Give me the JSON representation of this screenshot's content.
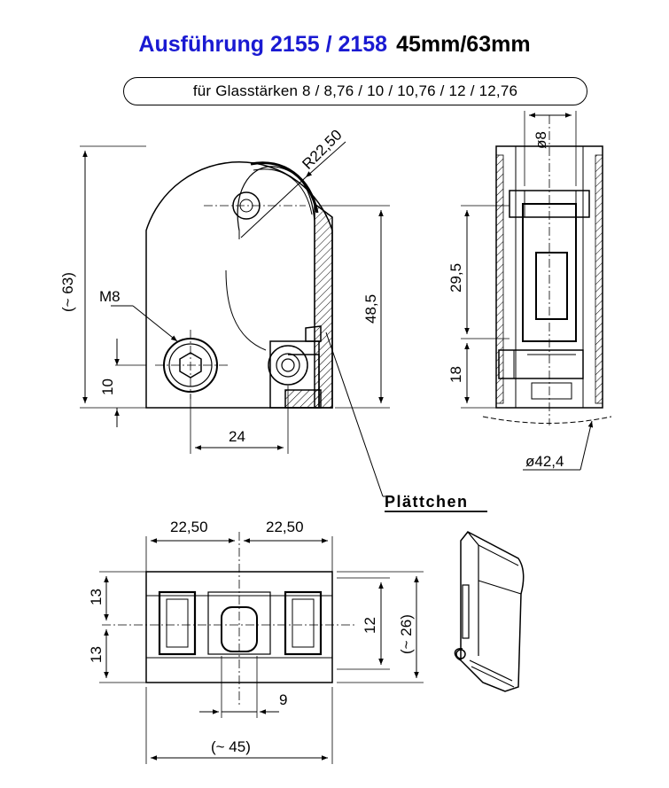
{
  "title": {
    "main": "Ausführung 2155 / 2158",
    "sizes": "45mm/63mm"
  },
  "glass_note": "für Glasstärken 8 / 8,76 / 10 / 10,76 / 12 / 12,76",
  "front_view": {
    "radius": "R22,50",
    "height": "(~ 63)",
    "thread": "M8",
    "bolt_height": "10",
    "plate_height": "48,5",
    "hole_spacing": "24"
  },
  "side_view": {
    "pin_diameter": "ø8",
    "upper_height": "29,5",
    "lower_height": "18",
    "pipe_diameter": "ø42,4"
  },
  "plate_label": "Plättchen",
  "top_view": {
    "left_half": "22,50",
    "right_half": "22,50",
    "upper_depth": "13",
    "lower_depth": "13",
    "slot_height": "12",
    "depth": "(~ 26)",
    "slot_width": "9",
    "width": "(~ 45)"
  }
}
